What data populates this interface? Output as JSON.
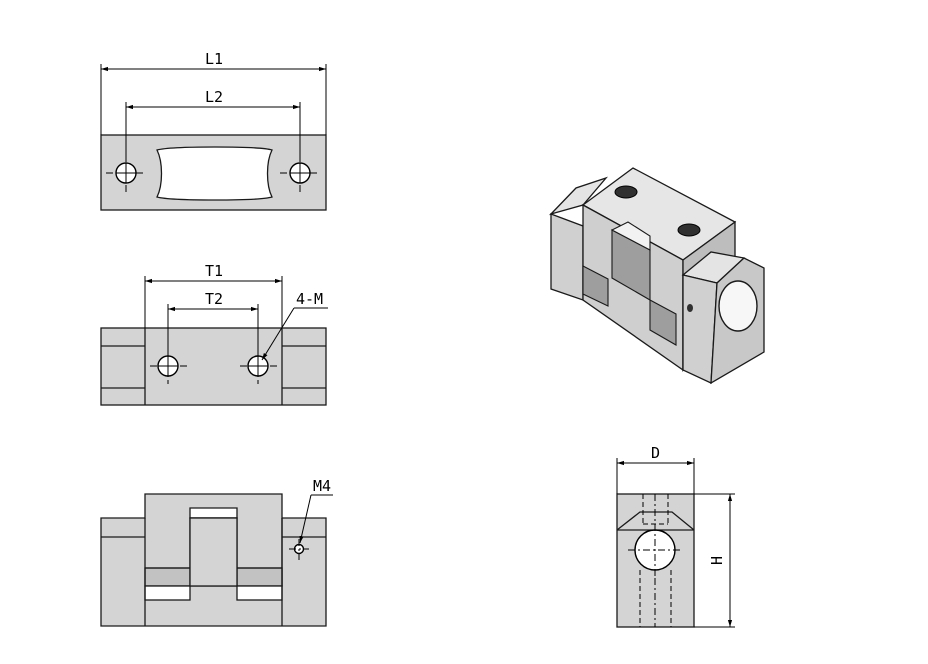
{
  "drawing": {
    "top_view": {
      "dim_overall": "L1",
      "dim_holes": "L2"
    },
    "front_view": {
      "dim_overall": "T1",
      "dim_holes": "T2",
      "thread_callout": "4-M"
    },
    "bottom_view": {
      "side_hole_callout": "M4"
    },
    "side_view": {
      "dim_width": "D",
      "dim_height": "H"
    }
  }
}
